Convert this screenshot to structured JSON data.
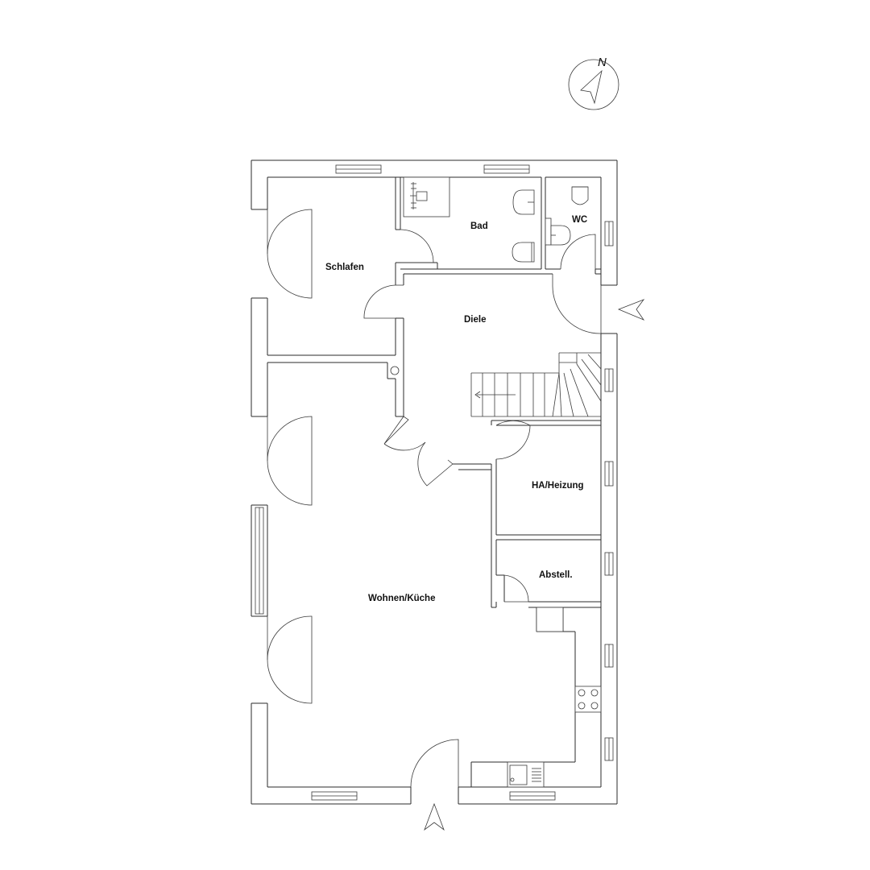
{
  "rooms": {
    "schlafen": "Schlafen",
    "bad": "Bad",
    "wc": "WC",
    "diele": "Diele",
    "ha_heizung": "HA/Heizung",
    "abstell": "Abstell.",
    "wohnen_kueche": "Wohnen/Küche"
  },
  "compass": {
    "label": "N"
  }
}
